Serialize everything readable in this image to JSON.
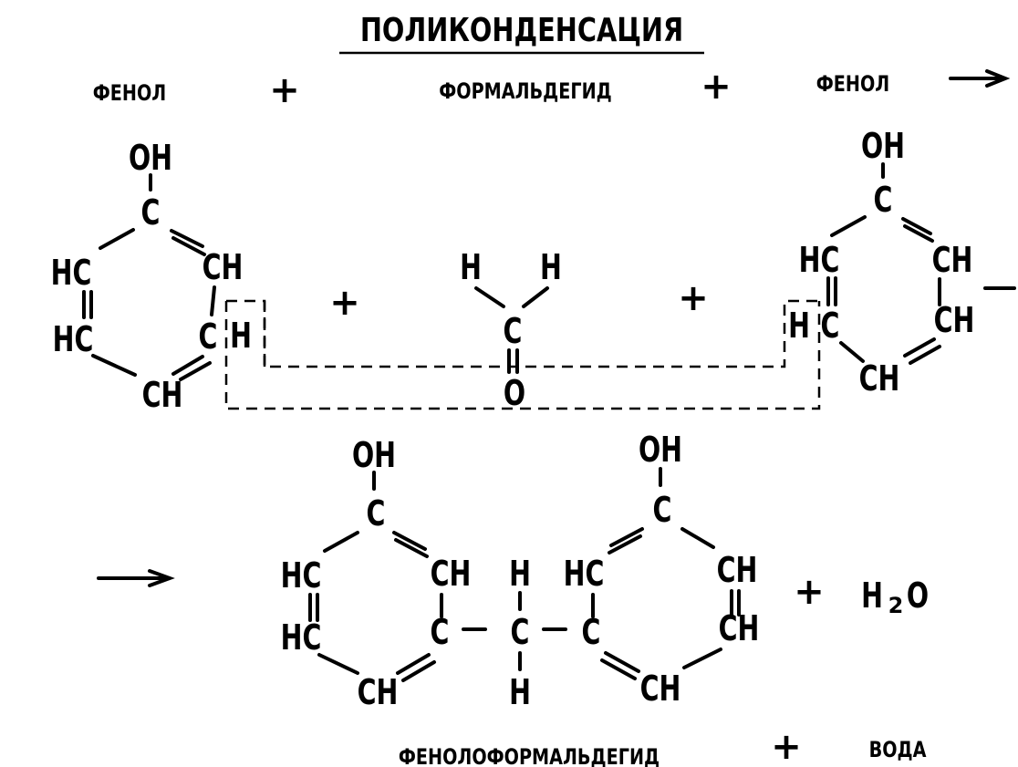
{
  "title": "ПОЛИКОНДЕНСАЦИЯ",
  "equation_top": {
    "reactant1": "ФЕНОЛ",
    "plus1": "+",
    "reactant2": "ФОРМАЛЬДЕГИД",
    "plus2": "+",
    "reactant3": "ФЕНОЛ"
  },
  "atoms": {
    "oh": "OH",
    "c": "C",
    "hc": "HC",
    "ch": "CH",
    "h": "H",
    "o": "O",
    "c_partial": "C",
    "ch_partial": "CH",
    "h2o_h": "H",
    "h2o_sub": "2",
    "h2o_o": "O"
  },
  "equation_bottom": {
    "product1": "ФЕНОЛОФОРМАЛЬДЕГИД",
    "plus": "+",
    "product2": "ВОДА"
  }
}
